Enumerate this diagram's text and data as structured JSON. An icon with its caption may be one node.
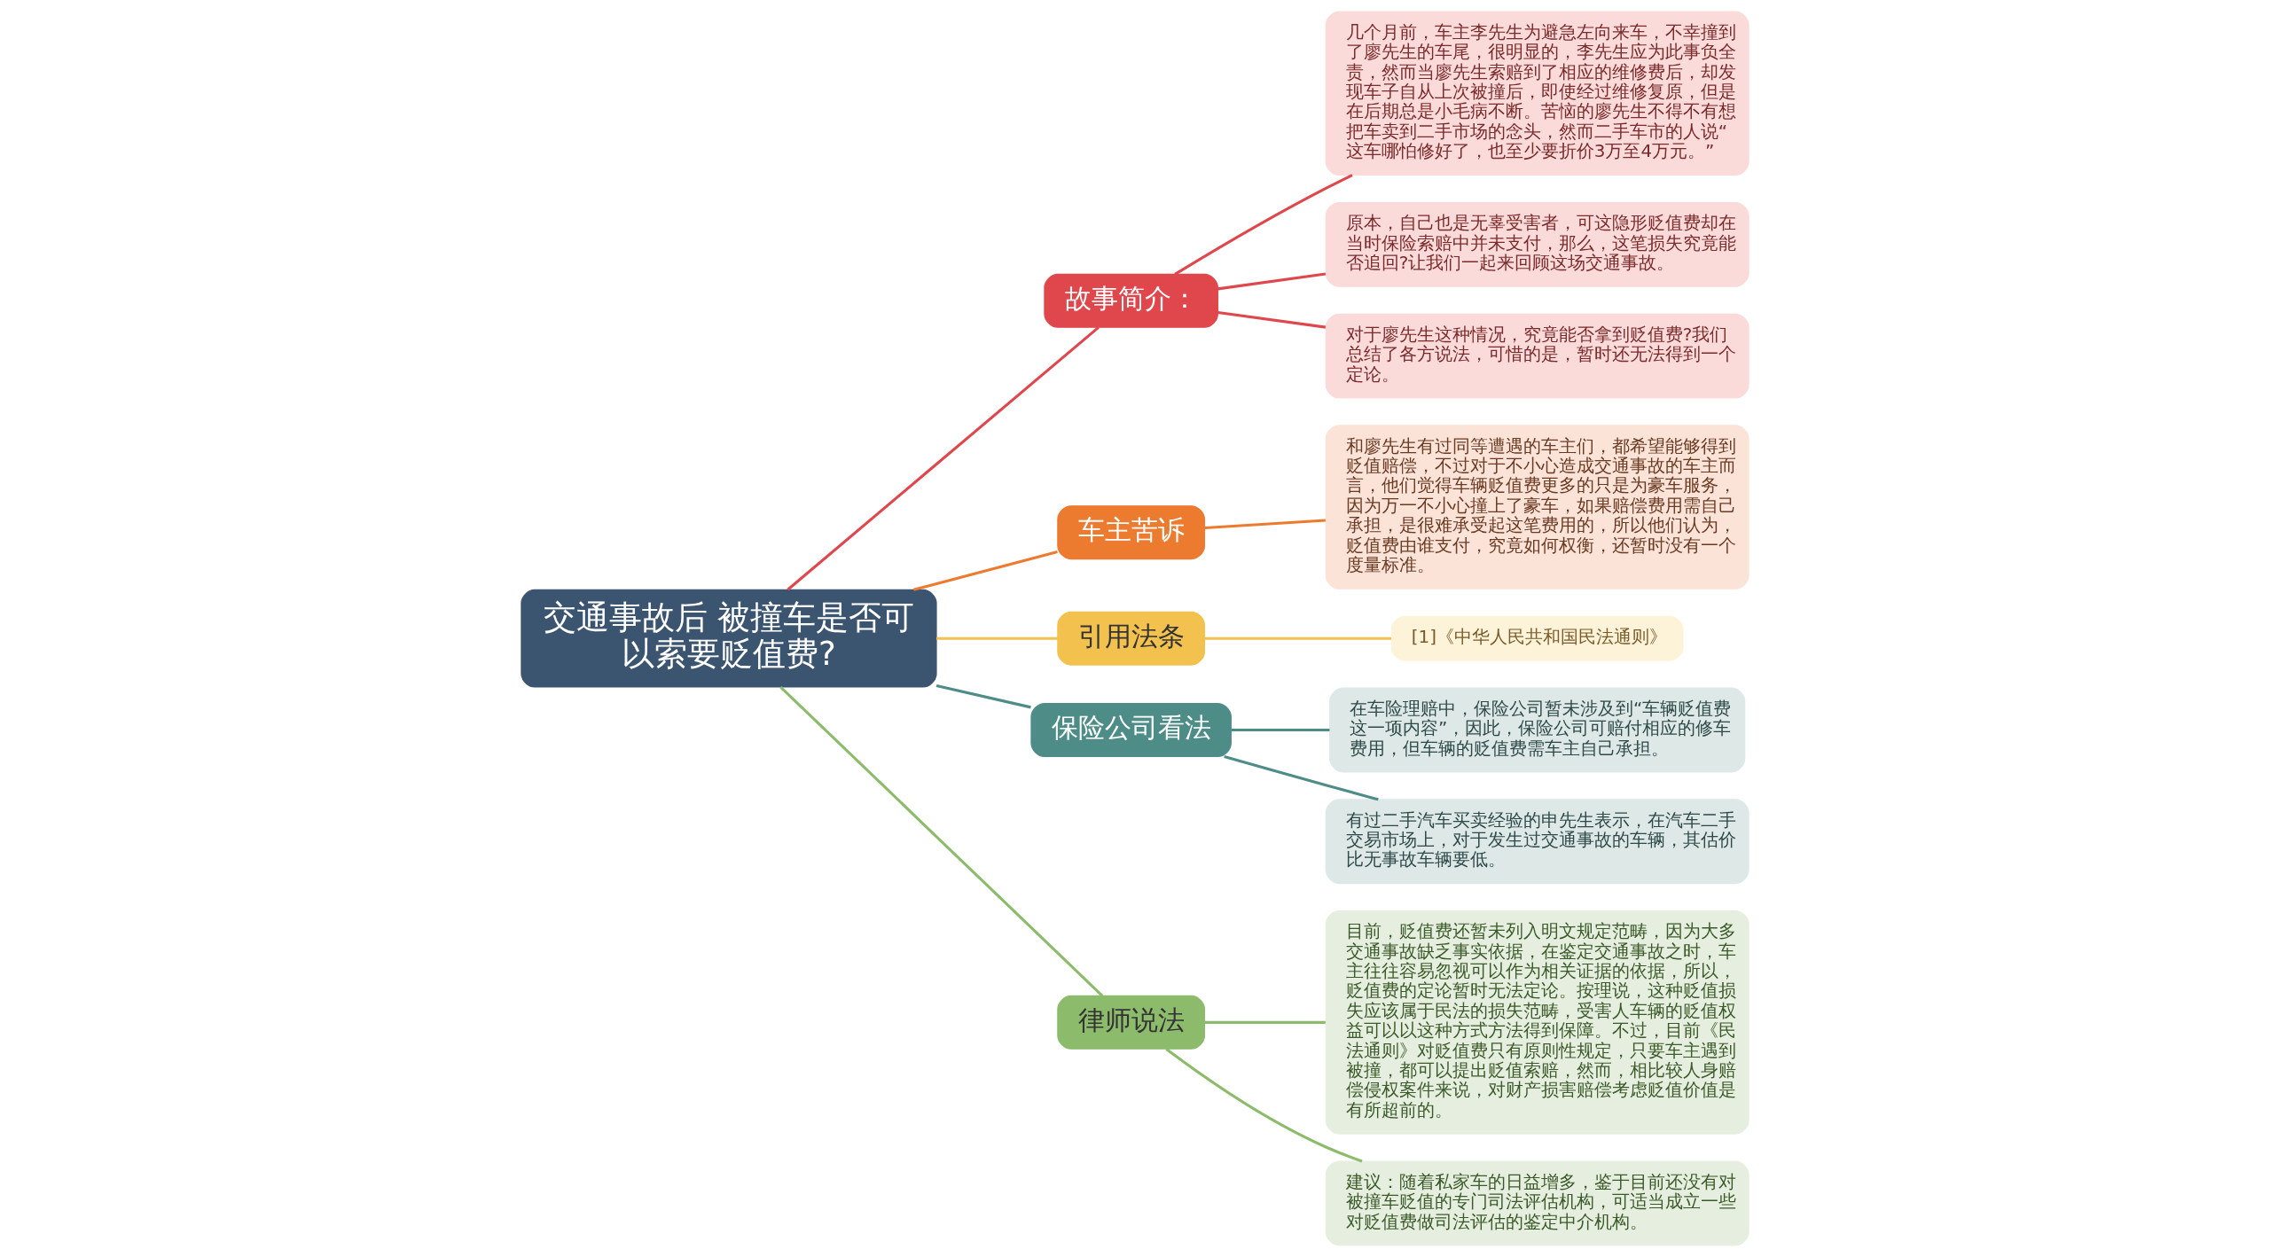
{
  "diagram": {
    "nodes": [
      {
        "text": [
          "交通事故后 被撞车是否可以索要贬值费?"
        ]
      },
      {
        "text": [
          "故事简介："
        ]
      },
      {
        "text": [
          "几个月前，车主李先生为避急左向来车，不幸撞到了廖先生的车尾，很明显的，李先生应为此事负全责，然而当廖先生索赔到了相应的维修费后，却发现车子自从上次被撞后，即使经过维修复原，但是在后期总是小毛病不断。苦恼的廖先生不得不有想把车卖到二手市场的念头，然而二手车市的人说“这车哪怕修好了，也至少要折价3万至4万元。”"
        ]
      },
      {
        "text": [
          "原本，自己也是无辜受害者，可这隐形贬值费却在当时保险索赔中并未支付，那么，这笔损失究竟能否追回?让我们一起来回顾这场交通事故。"
        ]
      },
      {
        "text": [
          "对于廖先生这种情况，究竟能否拿到贬值费?我们总结了各方说法，可惜的是，暂时还无法得到一个定论。"
        ]
      },
      {
        "text": [
          "车主苦诉"
        ]
      },
      {
        "text": [
          "和廖先生有过同等遭遇的车主们，都希望能够得到贬值赔偿，不过对于不小心造成交通事故的车主而言，他们觉得车辆贬值费更多的只是为豪车服务，因为万一不小心撞上了豪车，如果赔偿费用需自己承担，是很难承受起这笔费用的，所以他们认为，贬值费由谁支付，究竟如何权衡，还暂时没有一个度量标准。"
        ]
      },
      {
        "text": [
          "引用法条"
        ]
      },
      {
        "text": [
          "[1]《中华人民共和国民法通则》"
        ]
      },
      {
        "text": [
          "保险公司看法"
        ]
      },
      {
        "text": [
          "在车险理赔中，保险公司暂未涉及到“车辆贬值费这一项内容”，因此，保险公司可赔付相应的修车费用，但车辆的贬值费需车主自己承担。"
        ]
      },
      {
        "text": [
          "有过二手汽车买卖经验的申先生表示，在汽车二手交易市场上，对于发生过交通事故的车辆，其估价比无事故车辆要低。"
        ]
      },
      {
        "text": [
          "律师说法"
        ]
      },
      {
        "text": [
          "目前，贬值费还暂未列入明文规定范畴，因为大多交通事故缺乏事实依据，在鉴定交通事故之时，车主往往容易忽视可以作为相关证据的依据，所以，贬值费的定论暂时无法定论。按理说，这种贬值损失应该属于民法的损失范畴，受害人车辆的贬值权益可以以这种方式方法得到保障。不过，目前《民法通则》对贬值费只有原则性规定，只要车主遇到被撞，都可以提出贬值索赔，然而，相比较人身赔偿侵权案件来说，对财产损害赔偿考虑贬值价值是有所超前的。"
        ]
      },
      {
        "text": [
          "建议：随着私家车的日益增多，鉴于目前还没有对被撞车贬值的专门司法评估机构，可适当成立一些对贬值费做司法评估的鉴定中介机构。"
        ]
      }
    ],
    "edges": [
      {
        "from": 0,
        "to": 1,
        "arrow": "none",
        "color": "#e0474c"
      },
      {
        "from": 1,
        "to": 2,
        "arrow": "none",
        "color": "#e0474c"
      },
      {
        "from": 1,
        "to": 3,
        "arrow": "none",
        "color": "#e0474c"
      },
      {
        "from": 1,
        "to": 4,
        "arrow": "none",
        "color": "#e0474c"
      },
      {
        "from": 0,
        "to": 5,
        "arrow": "none",
        "color": "#ec7a2f"
      },
      {
        "from": 5,
        "to": 6,
        "arrow": "none",
        "color": "#ec7a2f"
      },
      {
        "from": 0,
        "to": 7,
        "arrow": "none",
        "color": "#f2c14e"
      },
      {
        "from": 7,
        "to": 8,
        "arrow": "none",
        "color": "#f2c14e"
      },
      {
        "from": 0,
        "to": 9,
        "arrow": "none",
        "color": "#4e8c88"
      },
      {
        "from": 9,
        "to": 10,
        "arrow": "none",
        "color": "#4e8c88"
      },
      {
        "from": 9,
        "to": 11,
        "arrow": "none",
        "color": "#4e8c88"
      },
      {
        "from": 0,
        "to": 12,
        "arrow": "none",
        "color": "#8cbb6c"
      },
      {
        "from": 12,
        "to": 13,
        "arrow": "none",
        "color": "#8cbb6c"
      },
      {
        "from": 12,
        "to": 14,
        "arrow": "none",
        "color": "#8cbb6c"
      }
    ]
  }
}
